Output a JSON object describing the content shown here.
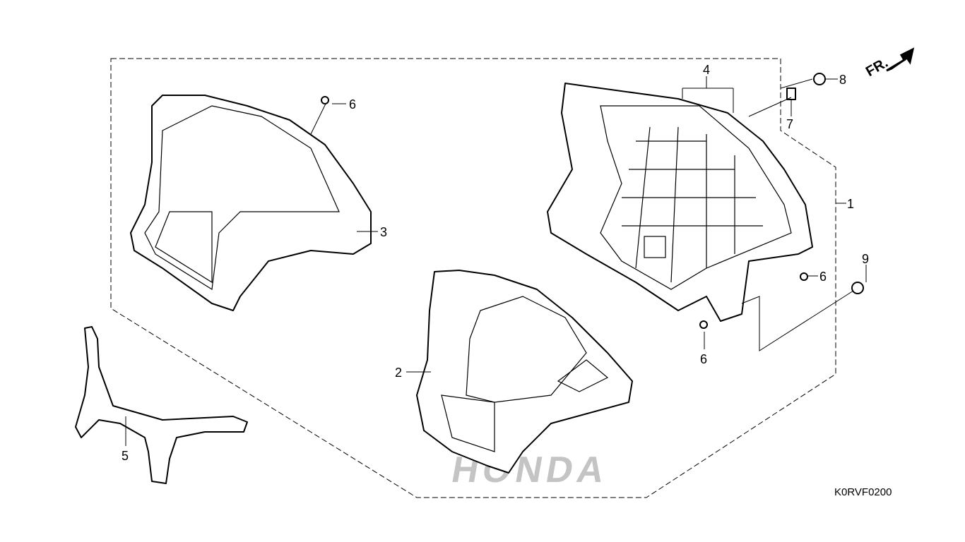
{
  "diagram": {
    "code": "K0RVF0200",
    "direction_label": "FR.",
    "watermark": "HONDA",
    "callouts": [
      {
        "id": "c1",
        "label": "1"
      },
      {
        "id": "c2",
        "label": "2"
      },
      {
        "id": "c3",
        "label": "3"
      },
      {
        "id": "c4",
        "label": "4"
      },
      {
        "id": "c5",
        "label": "5"
      },
      {
        "id": "c6a",
        "label": "6"
      },
      {
        "id": "c6b",
        "label": "6"
      },
      {
        "id": "c6c",
        "label": "6"
      },
      {
        "id": "c7",
        "label": "7"
      },
      {
        "id": "c8",
        "label": "8"
      },
      {
        "id": "c9",
        "label": "9"
      }
    ]
  }
}
